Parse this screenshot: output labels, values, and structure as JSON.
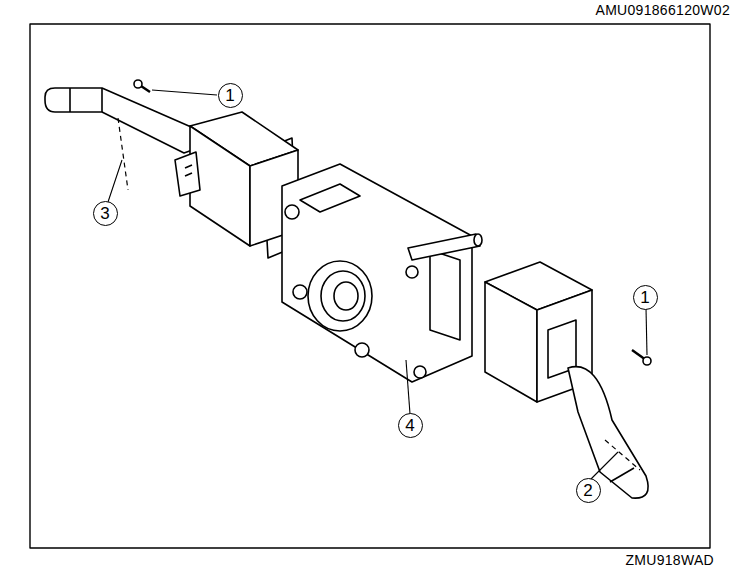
{
  "diagram": {
    "nodes": [
      {
        "text": [
          "1"
        ]
      },
      {
        "text": [
          "3"
        ]
      },
      {
        "text": [
          "1"
        ]
      },
      {
        "text": [
          "4"
        ]
      },
      {
        "text": [
          "2"
        ]
      }
    ],
    "labels": [
      "AMU091866120W02",
      "ZMU918WAD"
    ]
  }
}
